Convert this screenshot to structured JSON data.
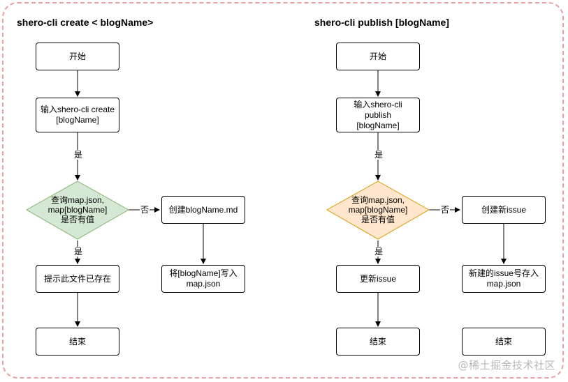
{
  "left": {
    "title": "shero-cli create < blogName>",
    "start": "开始",
    "input": "输入shero-cli create\n[blogName]",
    "decision": "查询map.json,\nmap[blogName]\n是否有值",
    "yes_top": "是",
    "yes_bottom": "是",
    "no": "否",
    "yes_action": "提示此文件已存在",
    "no_action_1": "创建blogName.md",
    "no_action_2": "将[blogName]写入\nmap.json",
    "end": "结束",
    "decision_fill": "#d5e8d4",
    "decision_stroke": "#82b366"
  },
  "right": {
    "title": "shero-cli publish [blogName]",
    "start": "开始",
    "input": "输入shero-cli publish\n[blogName]",
    "decision": "查询map.json,\nmap[blogName]\n是否有值",
    "yes_top": "是",
    "yes_bottom": "是",
    "no": "否",
    "yes_action": "更新issue",
    "no_action_1": "创建新issue",
    "no_action_2": "新建的issue号存入\nmap.json",
    "end": "结束",
    "decision_fill": "#ffe6cc",
    "decision_stroke": "#d79b00"
  },
  "watermark": "@稀土掘金技术社区",
  "frame_color": "#e8a0a0"
}
